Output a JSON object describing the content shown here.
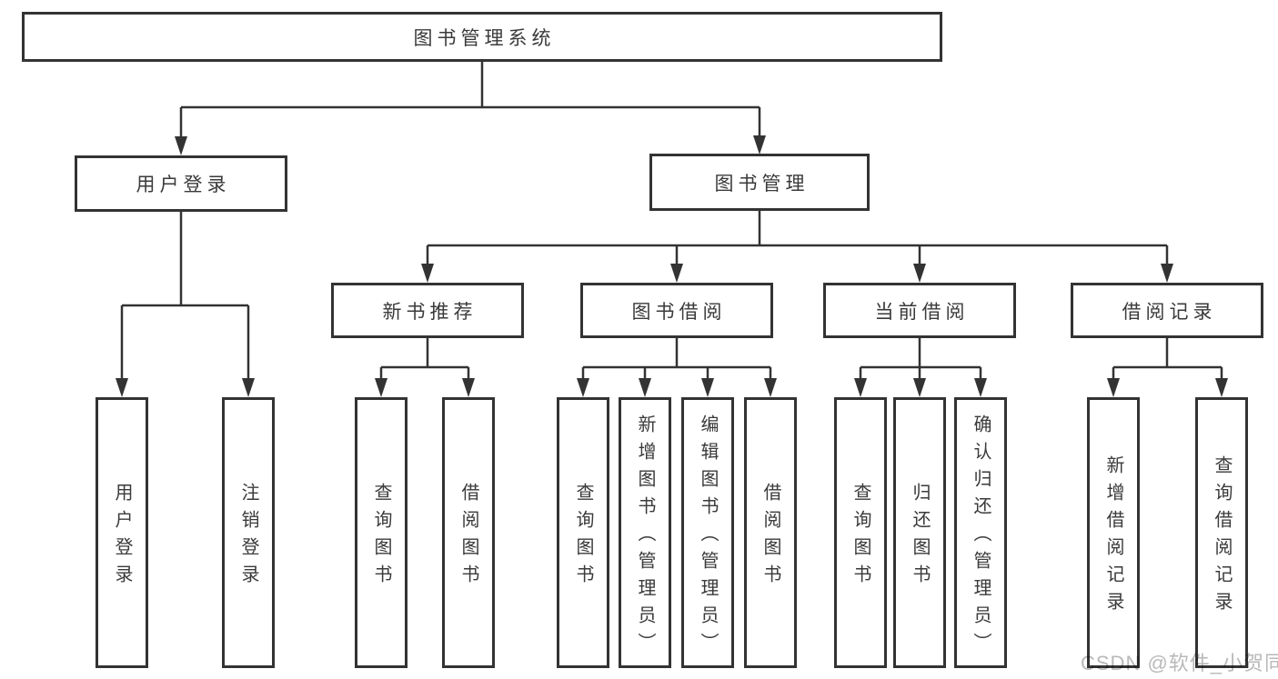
{
  "diagram": {
    "root": {
      "label": "图书管理系统"
    },
    "level2": [
      {
        "label": "用户登录",
        "children": [
          {
            "label": "用户登录"
          },
          {
            "label": "注销登录"
          }
        ]
      },
      {
        "label": "图书管理",
        "children": [
          {
            "label": "新书推荐",
            "children": [
              {
                "label": "查询图书"
              },
              {
                "label": "借阅图书"
              }
            ]
          },
          {
            "label": "图书借阅",
            "children": [
              {
                "label": "查询图书"
              },
              {
                "label": "新增图书（管理员）"
              },
              {
                "label": "编辑图书（管理员）"
              },
              {
                "label": "借阅图书"
              }
            ]
          },
          {
            "label": "当前借阅",
            "children": [
              {
                "label": "查询图书"
              },
              {
                "label": "归还图书"
              },
              {
                "label": "确认归还（管理员）"
              }
            ]
          },
          {
            "label": "借阅记录",
            "children": [
              {
                "label": "新增借阅记录"
              },
              {
                "label": "查询借阅记录"
              }
            ]
          }
        ]
      }
    ]
  },
  "watermark": {
    "text": "CSDN @软件_小贺同学"
  },
  "colors": {
    "line": "#333333",
    "box_border": "#333333",
    "text": "#3a3a3a",
    "watermark": "#b9b9b9",
    "background": "#ffffff"
  }
}
